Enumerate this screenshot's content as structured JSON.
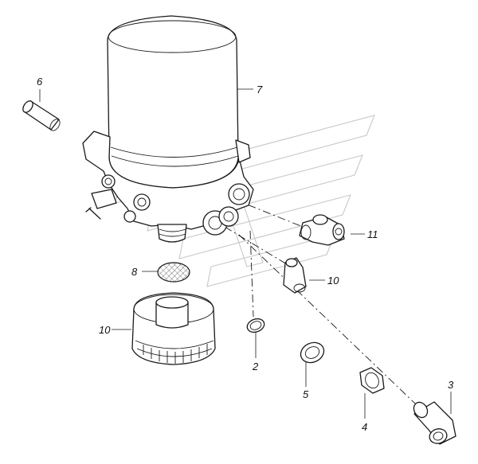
{
  "diagram": {
    "callouts": [
      {
        "id": "callout-6",
        "text": "6"
      },
      {
        "id": "callout-7",
        "text": "7"
      },
      {
        "id": "callout-11",
        "text": "11"
      },
      {
        "id": "callout-10a",
        "text": "10"
      },
      {
        "id": "callout-8",
        "text": "8"
      },
      {
        "id": "callout-10b",
        "text": "10"
      },
      {
        "id": "callout-2",
        "text": "2"
      },
      {
        "id": "callout-5",
        "text": "5"
      },
      {
        "id": "callout-4",
        "text": "4"
      },
      {
        "id": "callout-3",
        "text": "3"
      }
    ],
    "colors": {
      "line": "#1a1a1a",
      "watermark": "#c8c8c8",
      "background": "#ffffff"
    }
  }
}
